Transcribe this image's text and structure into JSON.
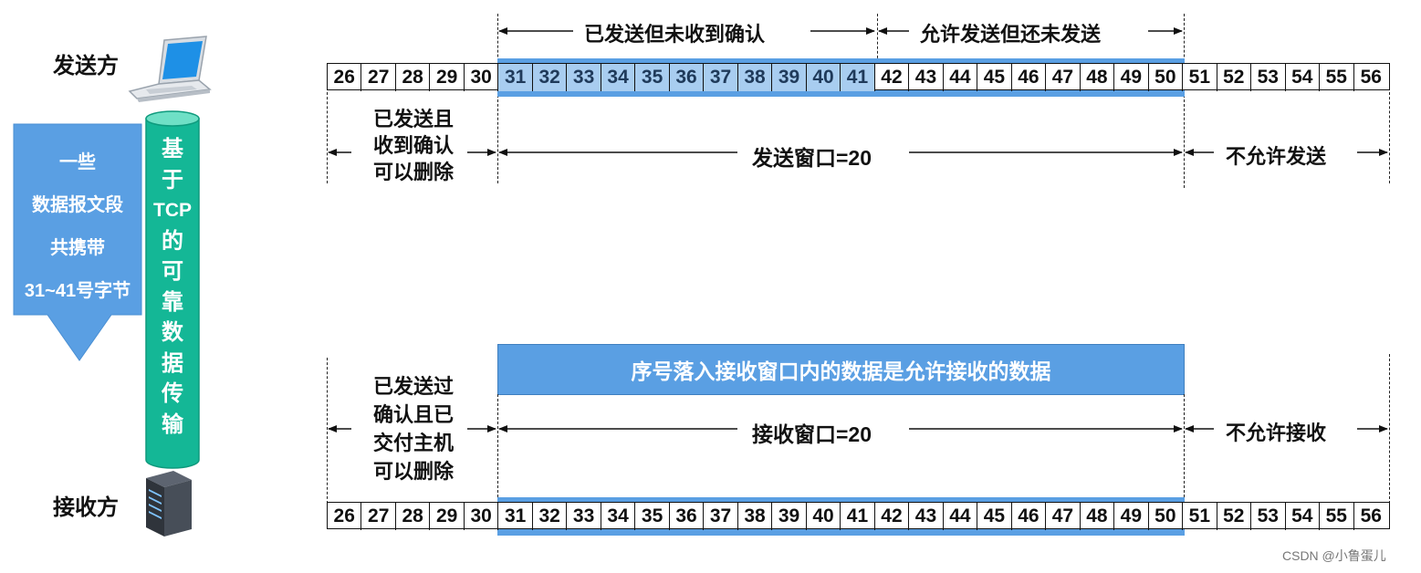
{
  "sender": {
    "label": "发送方",
    "icon": "laptop-icon"
  },
  "receiver": {
    "label": "接收方",
    "icon": "server-icon"
  },
  "left_arrow": {
    "lines": [
      "一些",
      "数据报文段",
      "共携带",
      "31~41号字节"
    ],
    "color": "#5a9fe3"
  },
  "pipe": {
    "chars": [
      "基",
      "于",
      "TCP",
      "的",
      "可",
      "靠",
      "数",
      "据",
      "传",
      "输"
    ],
    "color": "#14b796"
  },
  "cells": [
    "26",
    "27",
    "28",
    "29",
    "30",
    "31",
    "32",
    "33",
    "34",
    "35",
    "36",
    "37",
    "38",
    "39",
    "40",
    "41",
    "42",
    "43",
    "44",
    "45",
    "46",
    "47",
    "48",
    "49",
    "50",
    "51",
    "52",
    "53",
    "54",
    "55",
    "56"
  ],
  "top": {
    "sent_unacked": "已发送但未收到确认",
    "allowed_unsent": "允许发送但还未发送",
    "acked_lines": [
      "已发送且",
      "收到确认",
      "可以删除"
    ],
    "window": "发送窗口=20",
    "not_allowed": "不允许发送",
    "highlight_color": "#a8cdf0",
    "band_color": "#5a9fe3"
  },
  "bottom": {
    "banner": "序号落入接收窗口内的数据是允许接收的数据",
    "acked_lines": [
      "已发送过",
      "确认且已",
      "交付主机",
      "可以删除"
    ],
    "window": "接收窗口=20",
    "not_allowed": "不允许接收",
    "band_color": "#5a9fe3"
  },
  "watermark": "CSDN @小鲁蛋儿"
}
